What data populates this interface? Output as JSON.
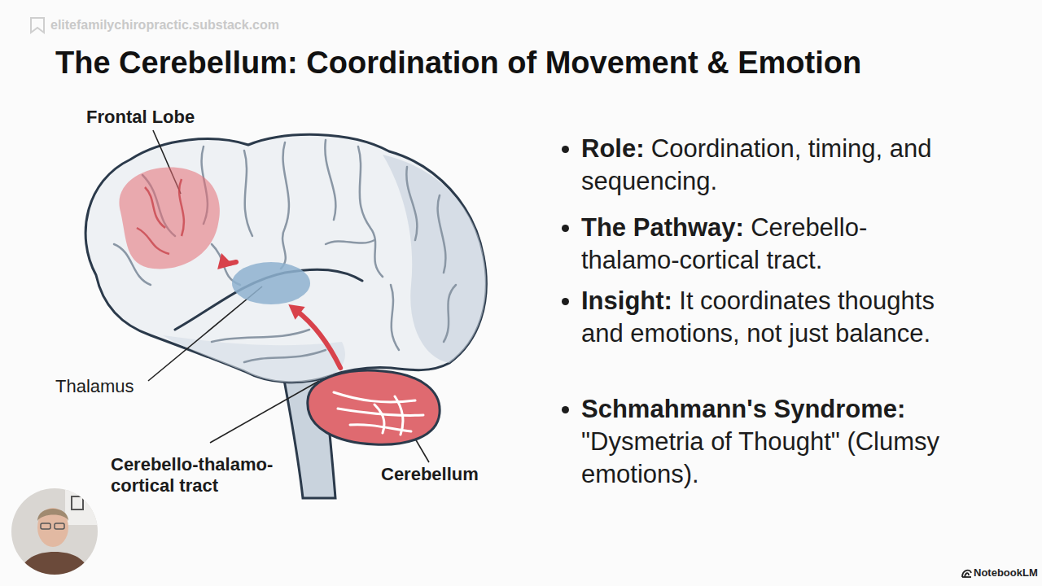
{
  "diagram": {
    "title": "The Cerebellum: Coordination of Movement & Emotion",
    "nodes": [
      {
        "text": [
          "Frontal Lobe"
        ]
      },
      {
        "text": [
          "Thalamus"
        ]
      },
      {
        "text": [
          "Cerebellum"
        ]
      }
    ],
    "edges": [
      {
        "from": 2,
        "to": 1,
        "arrow": "to"
      },
      {
        "from": 1,
        "to": 0,
        "arrow": "to"
      }
    ],
    "labels": [
      "elitefamilychiropractic.substack.com",
      "Cerebello-thalamo-cortical tract",
      "Role:",
      "Coordination, timing, and sequencing.",
      "The Pathway:",
      "Cerebello-thalamo-cortical tract.",
      "Insight:",
      "It coordinates thoughts and emotions, not just balance.",
      "Schmahmann's Syndrome:",
      "\"Dysmetria of Thought\" (Clumsy emotions).",
      "NotebookLM"
    ]
  }
}
